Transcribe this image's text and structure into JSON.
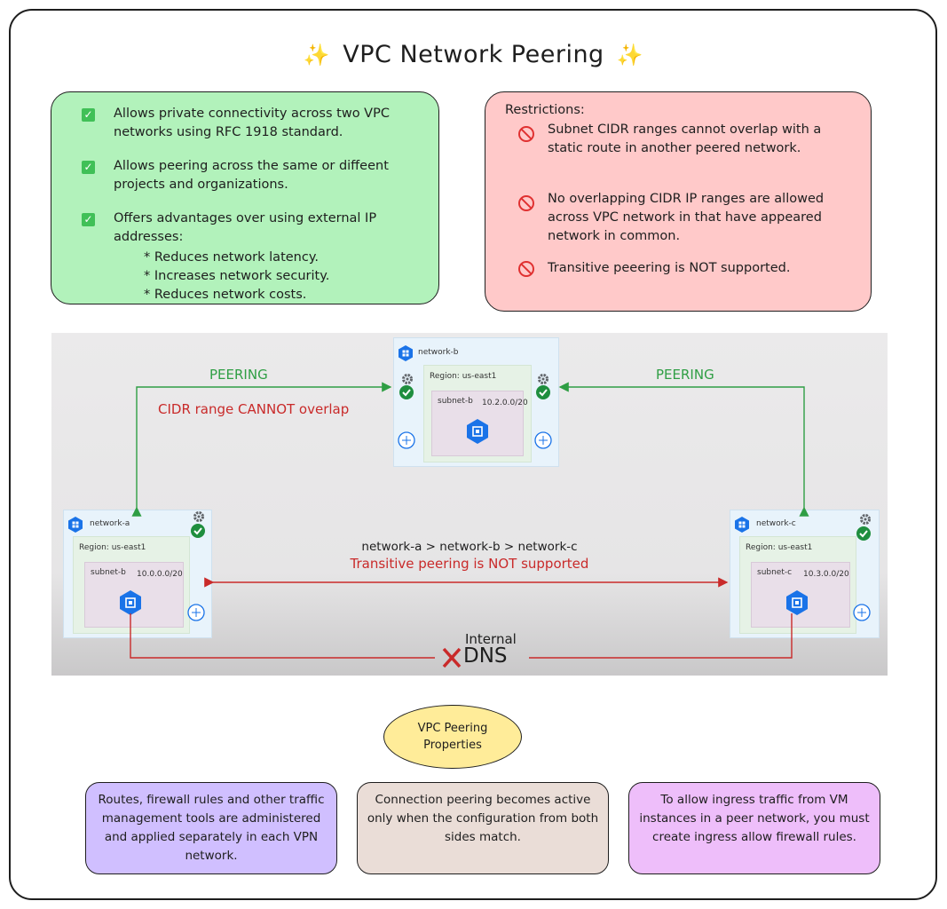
{
  "title": "VPC Network Peering",
  "benefits": [
    "Allows private connectivity across two VPC networks using RFC 1918 standard.",
    "Allows peering across the same or diffeent projects and organizations.",
    "Offers advantages over using external IP addresses:"
  ],
  "advantages": [
    "Reduces network latency.",
    "Increases network security.",
    "Reduces network costs."
  ],
  "restrictions": {
    "heading": "Restrictions:",
    "items": [
      "Subnet CIDR ranges cannot overlap with a static route in another peered network.",
      "No overlapping CIDR IP ranges are allowed across VPC network in that have appeared network in common.",
      "Transitive peeering is NOT supported."
    ]
  },
  "diagram": {
    "peering_left": "PEERING",
    "peering_right": "PEERING",
    "cidr_note": "CIDR range CANNOT overlap",
    "chain": "network-a > network-b > network-c",
    "transitive_note": "Transitive peering is NOT supported",
    "dns_top": "Internal",
    "dns": "DNS",
    "region": "Region: us-east1",
    "networks": {
      "a": {
        "name": "network-a",
        "subnet": "subnet-b",
        "cidr": "10.0.0.0/20"
      },
      "b": {
        "name": "network-b",
        "subnet": "subnet-b",
        "cidr": "10.2.0.0/20"
      },
      "c": {
        "name": "network-c",
        "subnet": "subnet-c",
        "cidr": "10.3.0.0/20"
      }
    }
  },
  "properties": {
    "label": "VPC Peering Properties",
    "items": [
      "Routes, firewall rules and other traffic management tools are administered and applied separately in each VPN network.",
      "Connection peering becomes active only when the configuration from both sides match.",
      "To allow ingress traffic from VM instances in a peer network, you must create ingress allow firewall rules."
    ]
  },
  "colors": {
    "benefits_bg": "#b2f2bb",
    "restrictions_bg": "#ffc9c9",
    "oval_bg": "#ffec99",
    "prop1_bg": "#d0bfff",
    "prop2_bg": "#eaddd7",
    "prop3_bg": "#eebefa",
    "peering_green": "#2f9e44",
    "warning_red": "#c92a2a",
    "gcp_blue": "#1a73e8"
  }
}
